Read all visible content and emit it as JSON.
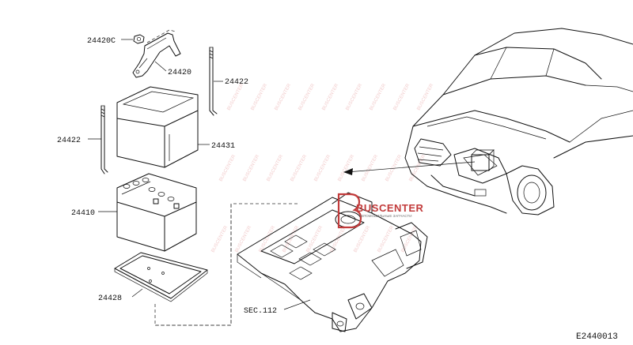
{
  "parts": {
    "p24420C": "24420C",
    "p24420": "24420",
    "p24422_top": "24422",
    "p24422_left": "24422",
    "p24431": "24431",
    "p24410": "24410",
    "p24428": "24428",
    "sec112": "SEC.112"
  },
  "reference_code": "E2440013",
  "watermark": {
    "brand": "BUSCENTER",
    "tagline": "АВТОМОБИЛЬНЫЕ ЗАПЧАСТИ",
    "diagonal_text": "BUSCENTER"
  },
  "colors": {
    "watermark_red": "#c23b3b",
    "line": "#111111"
  }
}
